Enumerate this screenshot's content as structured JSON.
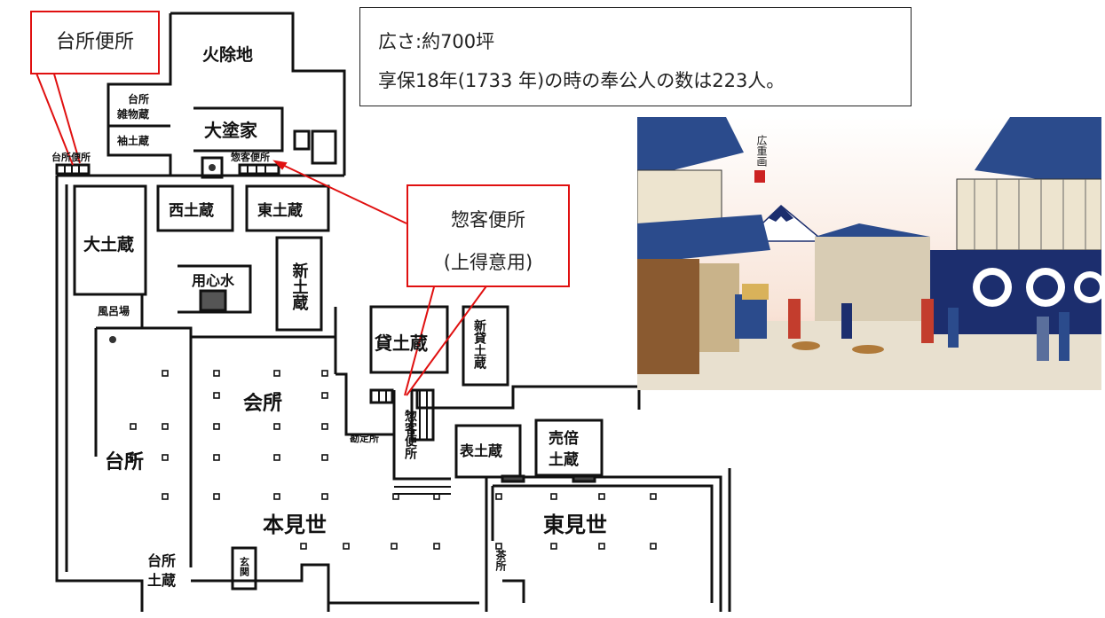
{
  "info": {
    "area": "広さ:約700坪",
    "servants": "享保18年(1733 年)の時の奉公人の数は223人。"
  },
  "callouts": {
    "kitchen_toilet": "台所便所",
    "guest_toilet_line1": "惣客便所",
    "guest_toilet_line2": "(上得意用)"
  },
  "rooms": {
    "fire_break": "火除地",
    "kitchen_storage_1": "台所",
    "kitchen_storage_2": "雑物蔵",
    "sleeve_storehouse": "袖土蔵",
    "okura_house": "大塗家",
    "kitchen_toilet_small": "台所便所",
    "guest_toilet_small": "惣客便所",
    "west_storehouse": "西土蔵",
    "east_storehouse": "東土蔵",
    "big_storehouse": "大土蔵",
    "new_storehouse": "新土蔵",
    "fire_water": "用心水",
    "bath": "風呂場",
    "lending_storehouse": "貸土蔵",
    "new_lending_storehouse": "新貸土蔵",
    "meeting_hall": "会所",
    "accounts": "勘定所",
    "guest_toilet_vertical": "惣客便所",
    "front_storehouse": "表土蔵",
    "sales_storehouse_1": "売倍",
    "sales_storehouse_2": "土蔵",
    "kitchen": "台所",
    "main_shop": "本見世",
    "east_shop": "東見世",
    "kitchen_storehouse_1": "台所",
    "kitchen_storehouse_2": "土蔵",
    "entrance": "玄関",
    "tea_room": "茶所"
  },
  "print": {
    "signature": "広重画"
  },
  "colors": {
    "callout_border": "#e01010",
    "wall": "#111111",
    "indigo": "#1c2e6e",
    "sky_pink": "#f3c9b8"
  }
}
